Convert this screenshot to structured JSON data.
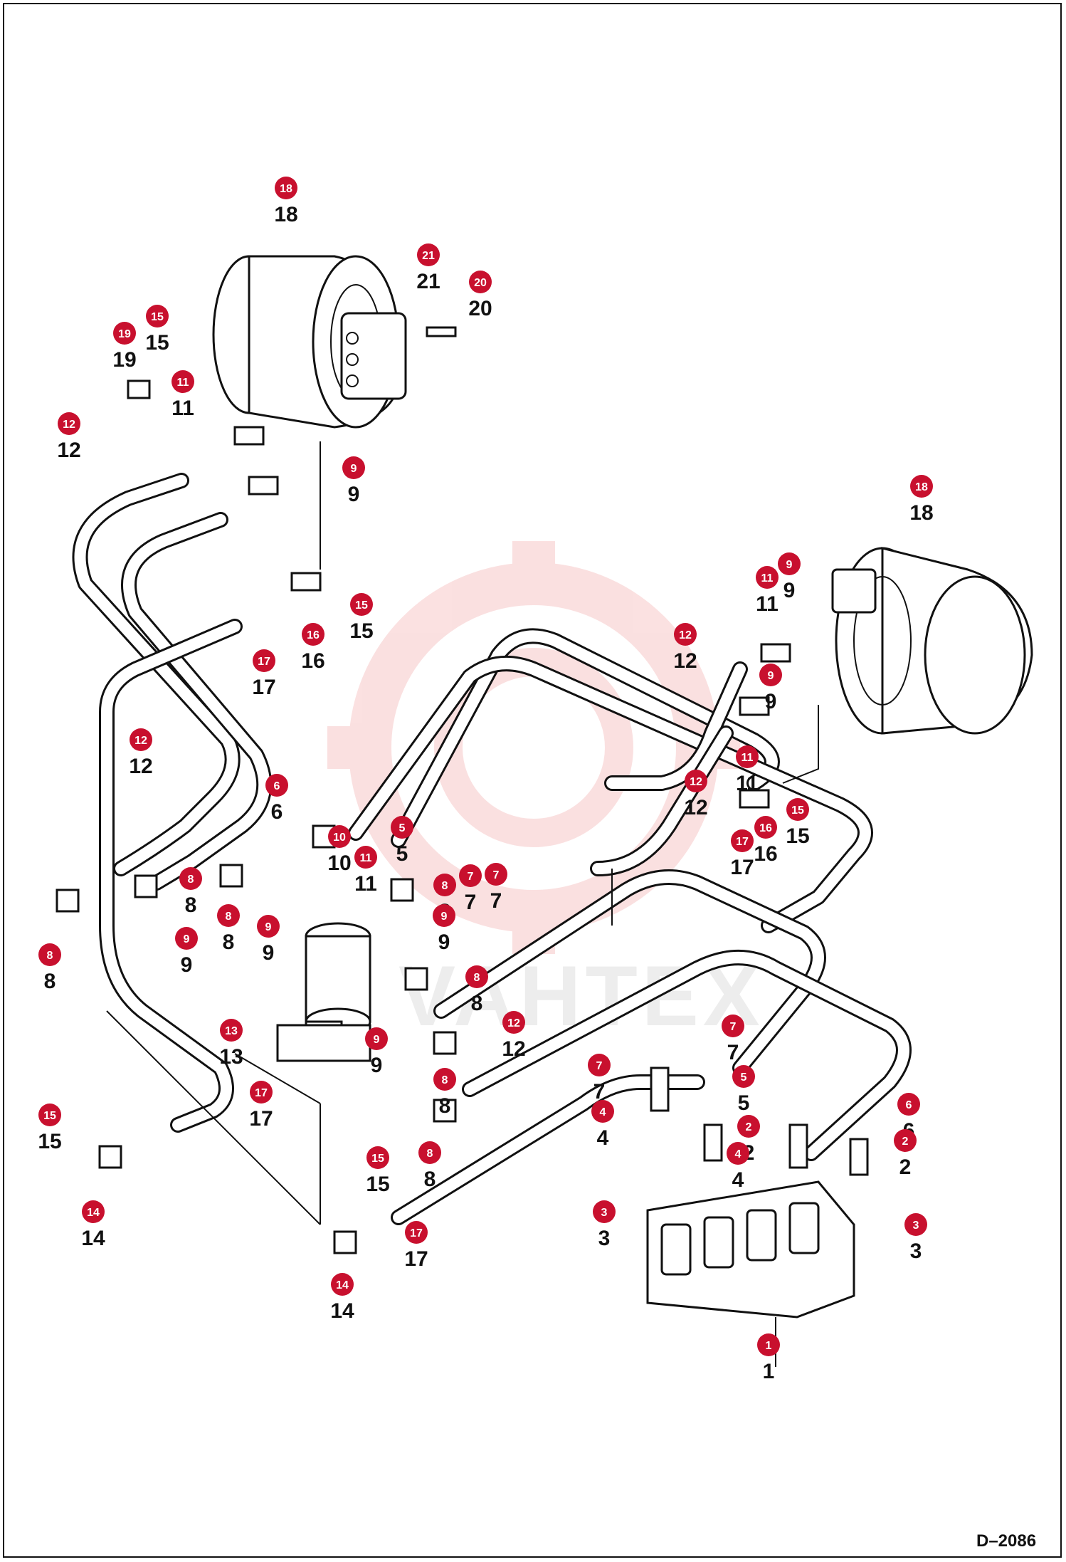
{
  "drawing_code": "D–2086",
  "watermark_text": "VAHTEX",
  "colors": {
    "callout": "#c8102e",
    "line": "#111111",
    "watermark": "#e85a5a"
  },
  "callouts": [
    {
      "id": "18"
    },
    {
      "id": "21"
    },
    {
      "id": "20"
    },
    {
      "id": "19"
    },
    {
      "id": "15"
    },
    {
      "id": "11"
    },
    {
      "id": "12"
    },
    {
      "id": "9"
    },
    {
      "id": "15"
    },
    {
      "id": "16"
    },
    {
      "id": "17"
    },
    {
      "id": "18"
    },
    {
      "id": "9"
    },
    {
      "id": "11"
    },
    {
      "id": "12"
    },
    {
      "id": "9"
    },
    {
      "id": "11"
    },
    {
      "id": "12"
    },
    {
      "id": "15"
    },
    {
      "id": "16"
    },
    {
      "id": "17"
    },
    {
      "id": "12"
    },
    {
      "id": "6"
    },
    {
      "id": "5"
    },
    {
      "id": "10"
    },
    {
      "id": "11"
    },
    {
      "id": "8"
    },
    {
      "id": "7"
    },
    {
      "id": "7"
    },
    {
      "id": "8"
    },
    {
      "id": "8"
    },
    {
      "id": "9"
    },
    {
      "id": "9"
    },
    {
      "id": "8"
    },
    {
      "id": "9"
    },
    {
      "id": "8"
    },
    {
      "id": "12"
    },
    {
      "id": "13"
    },
    {
      "id": "9"
    },
    {
      "id": "8"
    },
    {
      "id": "7"
    },
    {
      "id": "7"
    },
    {
      "id": "5"
    },
    {
      "id": "6"
    },
    {
      "id": "4"
    },
    {
      "id": "2"
    },
    {
      "id": "4"
    },
    {
      "id": "2"
    },
    {
      "id": "17"
    },
    {
      "id": "15"
    },
    {
      "id": "8"
    },
    {
      "id": "15"
    },
    {
      "id": "14"
    },
    {
      "id": "3"
    },
    {
      "id": "3"
    },
    {
      "id": "17"
    },
    {
      "id": "14"
    },
    {
      "id": "1"
    }
  ],
  "part_labels": [
    {
      "text": "18"
    },
    {
      "text": "21"
    },
    {
      "text": "20"
    },
    {
      "text": "19"
    },
    {
      "text": "15"
    },
    {
      "text": "11"
    },
    {
      "text": "12"
    },
    {
      "text": "9"
    },
    {
      "text": "15"
    },
    {
      "text": "16"
    },
    {
      "text": "17"
    },
    {
      "text": "18"
    },
    {
      "text": "9"
    },
    {
      "text": "11"
    },
    {
      "text": "12"
    },
    {
      "text": "9"
    },
    {
      "text": "11"
    },
    {
      "text": "12"
    },
    {
      "text": "15"
    },
    {
      "text": "16"
    },
    {
      "text": "17"
    },
    {
      "text": "12"
    },
    {
      "text": "6"
    },
    {
      "text": "5"
    },
    {
      "text": "10"
    },
    {
      "text": "11"
    },
    {
      "text": "8"
    },
    {
      "text": "7"
    },
    {
      "text": "7"
    },
    {
      "text": "8"
    },
    {
      "text": "8"
    },
    {
      "text": "9"
    },
    {
      "text": "9"
    },
    {
      "text": "8"
    },
    {
      "text": "9"
    },
    {
      "text": "8"
    },
    {
      "text": "12"
    },
    {
      "text": "13"
    },
    {
      "text": "9"
    },
    {
      "text": "8"
    },
    {
      "text": "7"
    },
    {
      "text": "7"
    },
    {
      "text": "5"
    },
    {
      "text": "6"
    },
    {
      "text": "4"
    },
    {
      "text": "2"
    },
    {
      "text": "4"
    },
    {
      "text": "2"
    },
    {
      "text": "17"
    },
    {
      "text": "15"
    },
    {
      "text": "8"
    },
    {
      "text": "15"
    },
    {
      "text": "14"
    },
    {
      "text": "3"
    },
    {
      "text": "3"
    },
    {
      "text": "17"
    },
    {
      "text": "14"
    },
    {
      "text": "1"
    }
  ]
}
